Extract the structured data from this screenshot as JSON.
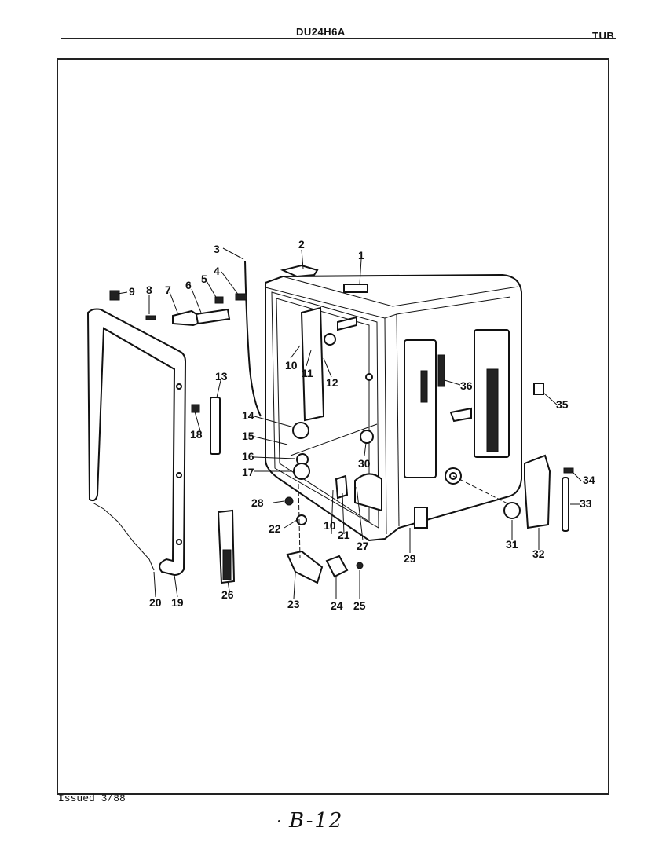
{
  "header": {
    "model": "DU24H6A",
    "section": "TUB"
  },
  "footer": {
    "issued": "Issued 3/88",
    "page_ref": "B-12"
  },
  "callouts": {
    "c1": "1",
    "c2": "2",
    "c3": "3",
    "c4": "4",
    "c5": "5",
    "c6": "6",
    "c7": "7",
    "c8": "8",
    "c9": "9",
    "c10a": "10",
    "c10b": "10",
    "c11": "11",
    "c12": "12",
    "c13": "13",
    "c14": "14",
    "c15": "15",
    "c16": "16",
    "c17": "17",
    "c18": "18",
    "c19": "19",
    "c20": "20",
    "c21": "21",
    "c22": "22",
    "c23": "23",
    "c24": "24",
    "c25": "25",
    "c26": "26",
    "c27": "27",
    "c28": "28",
    "c29": "29",
    "c30": "30",
    "c31": "31",
    "c32": "32",
    "c33": "33",
    "c34": "34",
    "c35": "35",
    "c36": "36"
  }
}
